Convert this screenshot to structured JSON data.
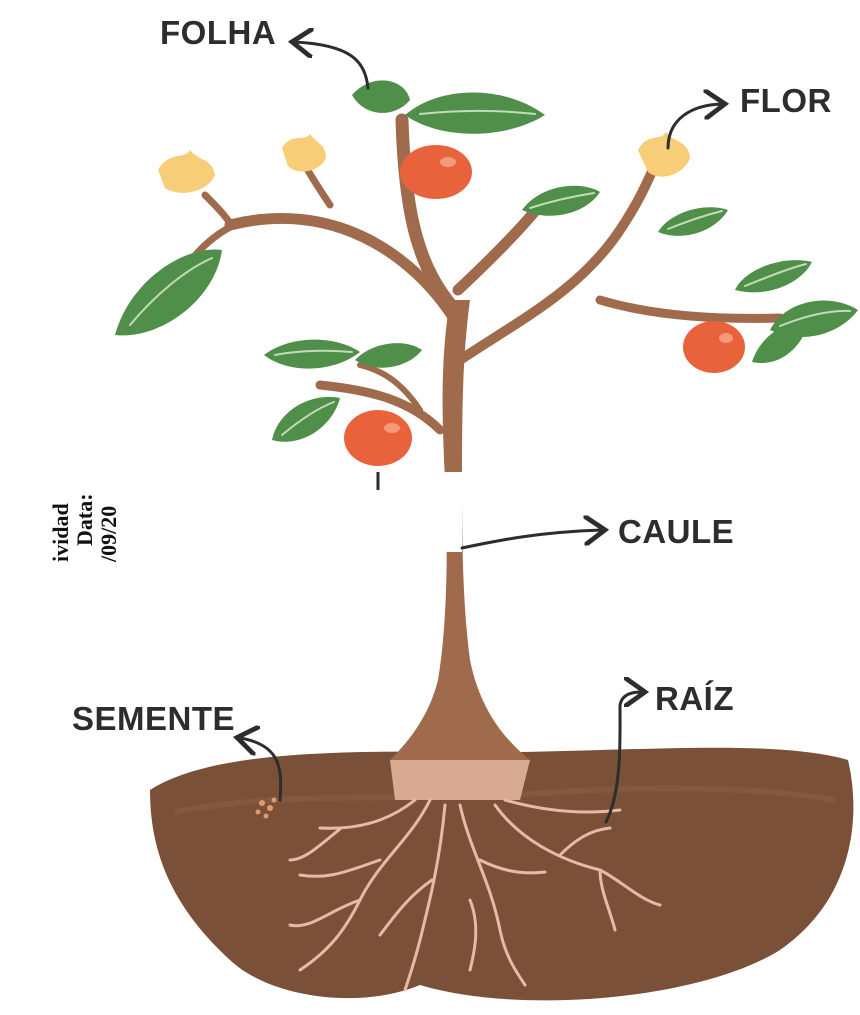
{
  "labels": {
    "folha": "FOLHA",
    "flor": "FLOR",
    "caule": "CAULE",
    "semente": "SEMENTE",
    "raiz": "RAÍZ"
  },
  "side_text": {
    "line1": "ividad",
    "line2": "Data:",
    "line3": "/09/20"
  },
  "colors": {
    "soil": "#7a5038",
    "trunk": "#a06a4c",
    "leaf": "#4f8f49",
    "fruit": "#e8633c",
    "flower": "#f7cd78",
    "root": "#e7b9a6",
    "label_text": "#2d2d2d"
  }
}
